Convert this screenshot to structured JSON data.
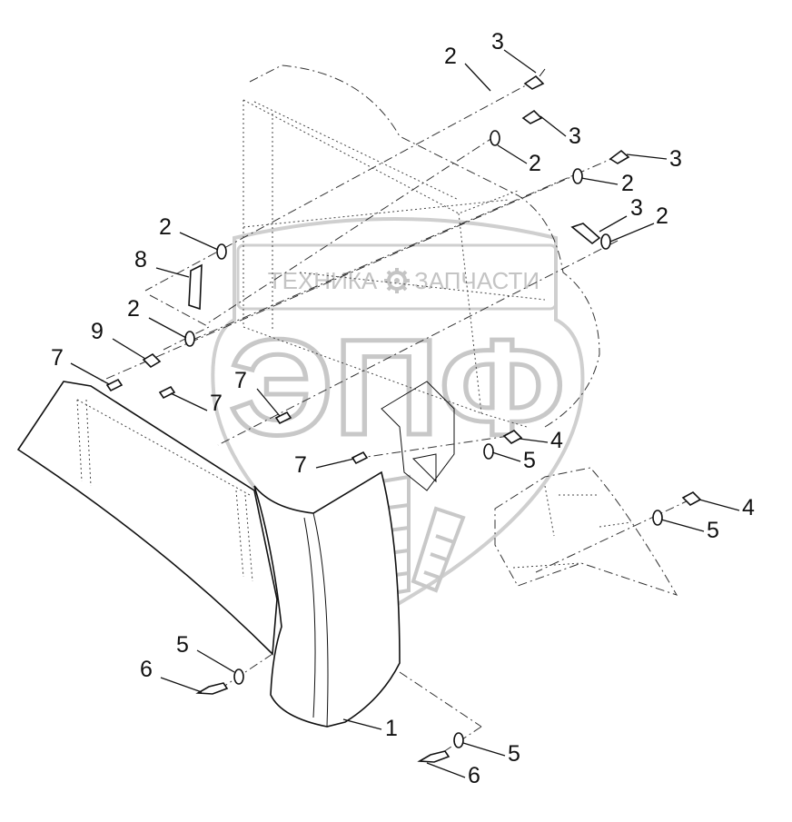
{
  "watermark": {
    "line1_left": "ТЕХНИКА",
    "line1_right": "ЗАПЧАСТИ",
    "gear_icon": "gear-icon",
    "big_letters": "ЭПФ",
    "color": "#c4c4c4"
  },
  "callouts": [
    "3",
    "2",
    "3",
    "2",
    "3",
    "2",
    "3",
    "2",
    "2",
    "8",
    "2",
    "9",
    "7",
    "7",
    "7",
    "7",
    "4",
    "5",
    "4",
    "5",
    "5",
    "6",
    "1",
    "5",
    "6"
  ]
}
